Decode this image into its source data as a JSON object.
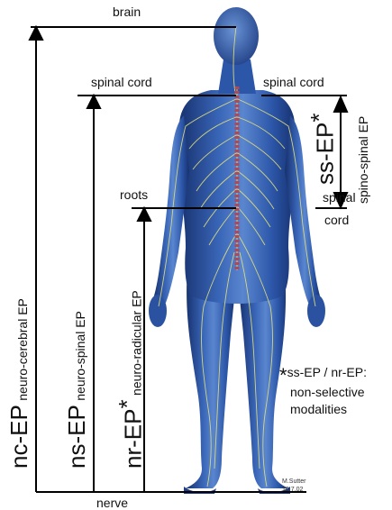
{
  "labels": {
    "brain": "brain",
    "spinal_cord_left": "spinal cord",
    "spinal_cord_right": "spinal cord",
    "roots": "roots",
    "spinal_cord_lower_1": "spinal",
    "spinal_cord_lower_2": "cord",
    "nerve": "nerve"
  },
  "measures": {
    "nc": {
      "abbr": "nc-EP",
      "full": "neuro-cerebral EP",
      "mark": ""
    },
    "ns": {
      "abbr": "ns-EP",
      "full": "neuro-spinal EP",
      "mark": ""
    },
    "nr": {
      "abbr": "nr-EP",
      "full": "neuro-radicular EP",
      "mark": "*"
    },
    "ss": {
      "abbr": "ss-EP",
      "full": "spino-spinal EP",
      "mark": "*"
    }
  },
  "footnote": {
    "star": "*",
    "line1": "ss-EP / nr-EP:",
    "line2": "non-selective",
    "line3": "modalities"
  },
  "credit": {
    "author": "M.Sutter",
    "date": "10.7.02"
  },
  "colors": {
    "body": "#2c56a8",
    "body_light": "#5a86cf",
    "body_dark": "#16306d",
    "nerves": "#e6e27a",
    "spine": "#b0485a",
    "lines": "#000000"
  }
}
